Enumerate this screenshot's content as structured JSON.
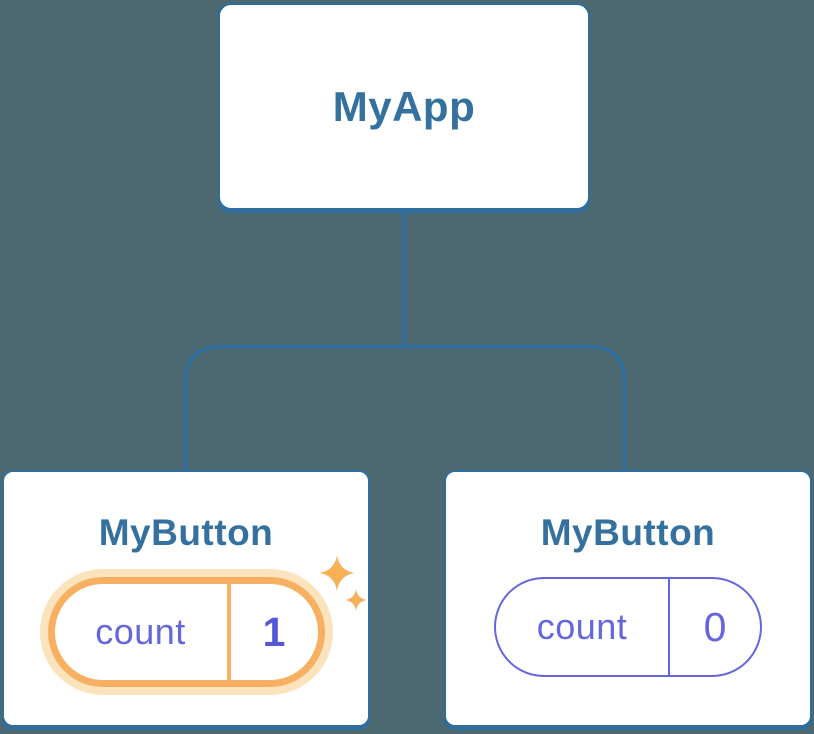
{
  "diagram": {
    "type": "component-tree",
    "root": {
      "label": "MyApp"
    },
    "children": [
      {
        "label": "MyButton",
        "state": {
          "name": "count",
          "value": "1"
        },
        "highlighted": true,
        "icon": "sparkle-icon"
      },
      {
        "label": "MyButton",
        "state": {
          "name": "count",
          "value": "0"
        },
        "highlighted": false
      }
    ],
    "colors": {
      "background": "#4C6971",
      "node_border_blue": "#2E6D9E",
      "node_text_blue": "#35719E",
      "state_purple": "#6366DD",
      "state_value_purple_bold": "#5457D6",
      "highlight_orange": "#F7B061",
      "highlight_halo": "#FBE3BD",
      "sparkle_orange": "#F6B156"
    }
  }
}
